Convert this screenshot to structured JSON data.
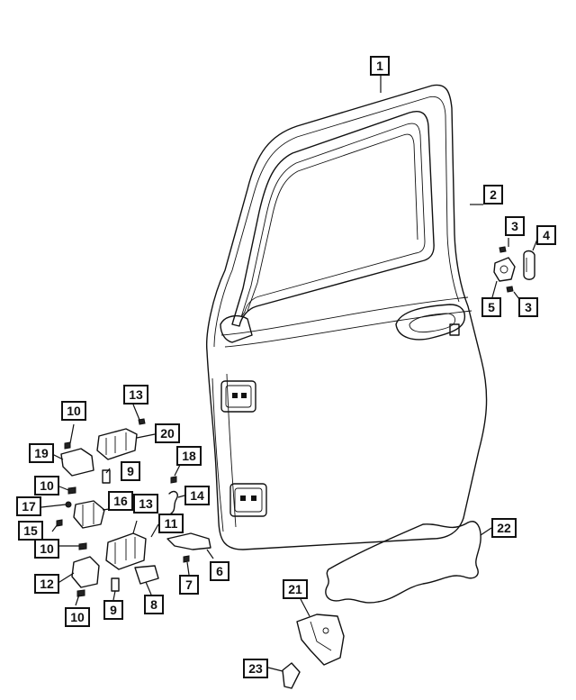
{
  "callouts": {
    "c1": "1",
    "c2": "2",
    "c3a": "3",
    "c3b": "3",
    "c4": "4",
    "c5": "5",
    "c6": "6",
    "c7": "7",
    "c8": "8",
    "c9a": "9",
    "c9b": "9",
    "c10a": "10",
    "c10b": "10",
    "c10c": "10",
    "c10d": "10",
    "c11": "11",
    "c12": "12",
    "c13a": "13",
    "c13b": "13",
    "c14": "14",
    "c15": "15",
    "c16": "16",
    "c17": "17",
    "c18": "18",
    "c19": "19",
    "c20": "20",
    "c21": "21",
    "c22": "22",
    "c23": "23"
  },
  "colors": {
    "line": "#111111",
    "background": "#ffffff"
  }
}
